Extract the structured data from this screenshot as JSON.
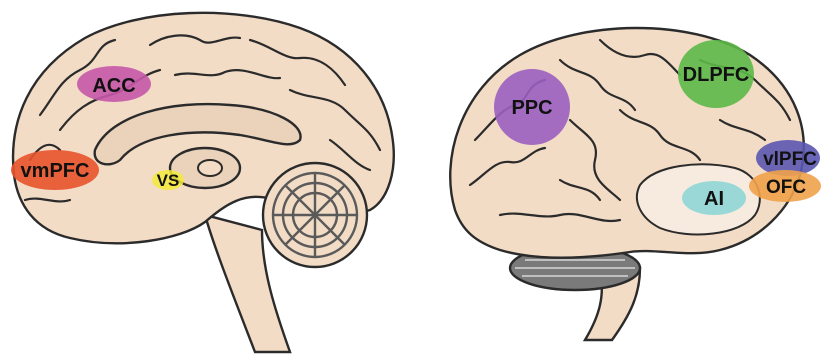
{
  "figure": {
    "colors": {
      "tissue": "#f3dcc6",
      "tissue_dark": "#e8c9ac",
      "outline": "#2b2b2b",
      "cerebellum_shade": "#5a5a5a"
    },
    "left_brain": {
      "view": "medial sagittal",
      "regions": [
        {
          "id": "acc",
          "label": "ACC",
          "color": "#c558a8"
        },
        {
          "id": "vmpfc",
          "label": "vmPFC",
          "color": "#e8532a"
        },
        {
          "id": "vs",
          "label": "VS",
          "color": "#f2ea3a"
        }
      ]
    },
    "right_brain": {
      "view": "lateral",
      "regions": [
        {
          "id": "ppc",
          "label": "PPC",
          "color": "#9a5fc0"
        },
        {
          "id": "dlpfc",
          "label": "DLPFC",
          "color": "#5cb848"
        },
        {
          "id": "vlpfc",
          "label": "vlPFC",
          "color": "#5b56b0"
        },
        {
          "id": "ai",
          "label": "AI",
          "color": "#8fd6d6"
        },
        {
          "id": "ofc",
          "label": "OFC",
          "color": "#f0a24a"
        }
      ]
    }
  }
}
